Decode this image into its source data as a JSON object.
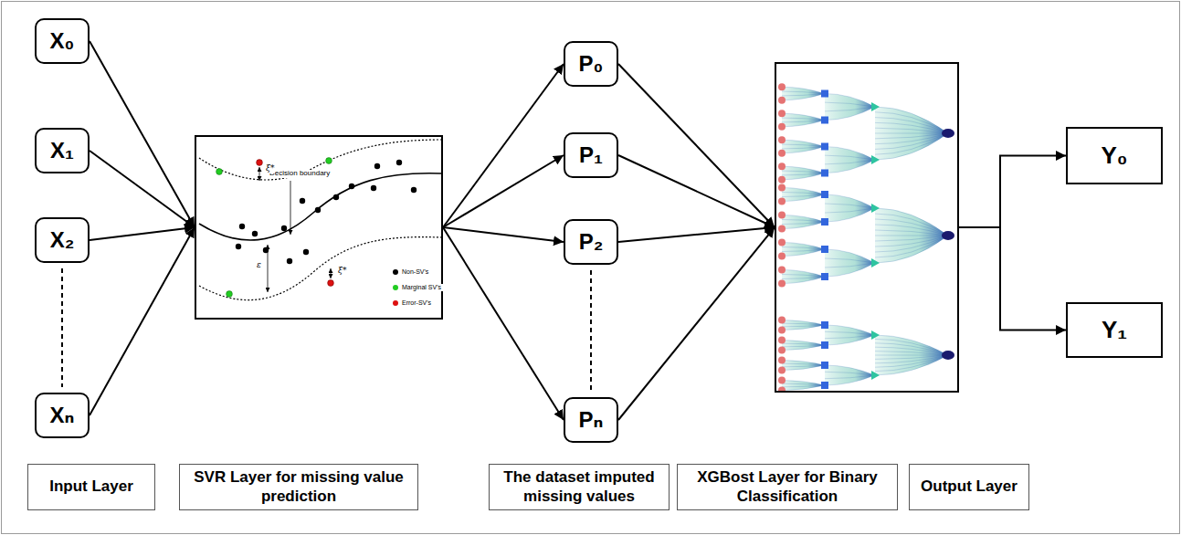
{
  "diagram": {
    "nodes": [
      {
        "text": [
          "X₀"
        ]
      },
      {
        "text": [
          "X₁"
        ]
      },
      {
        "text": [
          "X₂"
        ]
      },
      {
        "text": [
          "Xₙ"
        ]
      },
      {
        "text": [
          "Decision boundary"
        ]
      },
      {
        "text": [
          "P₀"
        ]
      },
      {
        "text": [
          "P₁"
        ]
      },
      {
        "text": [
          "P₂"
        ]
      },
      {
        "text": [
          "Pₙ"
        ]
      },
      {
        "text": []
      },
      {
        "text": [
          "Y₀"
        ]
      },
      {
        "text": [
          "Y₁"
        ]
      },
      {
        "text": [
          "Input Layer"
        ]
      },
      {
        "text": [
          "SVR Layer for missing value prediction"
        ]
      },
      {
        "text": [
          "The dataset imputed missing values"
        ]
      },
      {
        "text": [
          "XGBost Layer for Binary Classification"
        ]
      },
      {
        "text": [
          "Output Layer"
        ]
      }
    ],
    "edges": [
      {
        "from": 0,
        "to": 4,
        "arrow": "to"
      },
      {
        "from": 1,
        "to": 4,
        "arrow": "to"
      },
      {
        "from": 2,
        "to": 4,
        "arrow": "to"
      },
      {
        "from": 3,
        "to": 4,
        "arrow": "to"
      },
      {
        "from": 2,
        "to": 3,
        "arrow": "none"
      },
      {
        "from": 4,
        "to": 5,
        "arrow": "to"
      },
      {
        "from": 4,
        "to": 6,
        "arrow": "to"
      },
      {
        "from": 4,
        "to": 7,
        "arrow": "to"
      },
      {
        "from": 4,
        "to": 8,
        "arrow": "to"
      },
      {
        "from": 7,
        "to": 8,
        "arrow": "none"
      },
      {
        "from": 5,
        "to": 9,
        "arrow": "to"
      },
      {
        "from": 6,
        "to": 9,
        "arrow": "to"
      },
      {
        "from": 7,
        "to": 9,
        "arrow": "to"
      },
      {
        "from": 8,
        "to": 9,
        "arrow": "to"
      },
      {
        "from": 9,
        "to": 10,
        "arrow": "to"
      },
      {
        "from": 9,
        "to": 11,
        "arrow": "to"
      }
    ],
    "labels": [
      "ξ*",
      "ε",
      "ξ*"
    ],
    "legend": [
      {
        "text": "Non-SV's",
        "color": "#000000"
      },
      {
        "text": "Marginal SV's",
        "color": "#22cc22"
      },
      {
        "text": "Error-SV's",
        "color": "#dd1111"
      }
    ]
  }
}
